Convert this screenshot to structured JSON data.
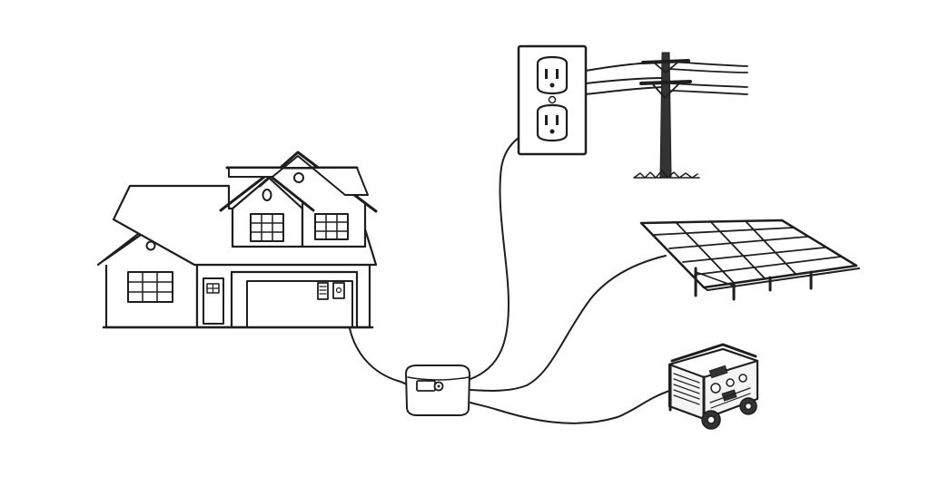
{
  "diagram": {
    "kind": "home-backup-power-sources",
    "center_node": {
      "name": "portable-power-station",
      "icon": "power-station-icon"
    },
    "nodes": [
      {
        "name": "house",
        "icon": "house-icon",
        "connected_to": "portable-power-station"
      },
      {
        "name": "wall-outlet",
        "icon": "wall-outlet-icon",
        "connected_to": "portable-power-station"
      },
      {
        "name": "utility-pole",
        "icon": "utility-pole-icon",
        "connected_to": "wall-outlet"
      },
      {
        "name": "solar-panel",
        "icon": "solar-panel-icon",
        "connected_to": "portable-power-station"
      },
      {
        "name": "generator",
        "icon": "generator-icon",
        "connected_to": "portable-power-station"
      }
    ],
    "style": {
      "ink": "#1e1e1e",
      "background": "#ffffff"
    }
  }
}
